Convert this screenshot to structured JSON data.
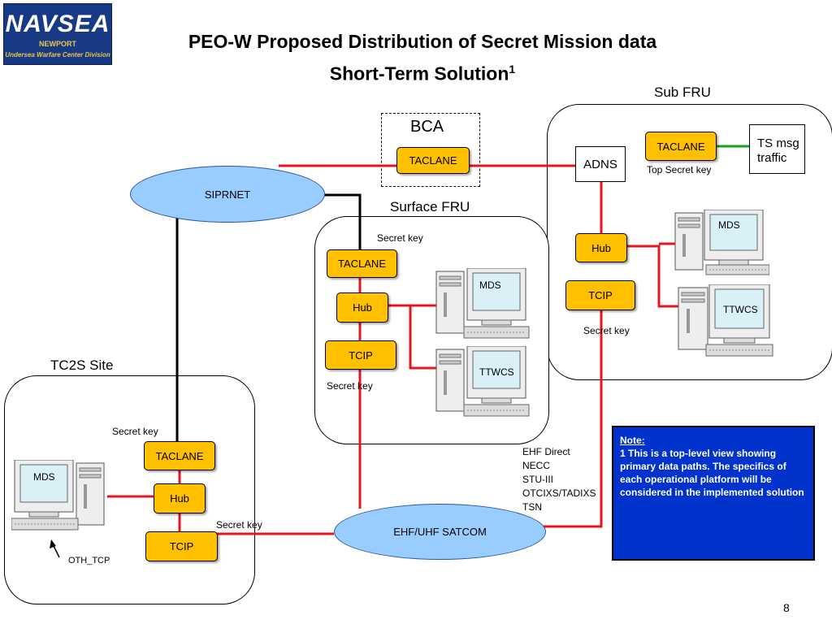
{
  "header": {
    "logo_text": "NAVSEA",
    "logo_sub": "NEWPORT",
    "logo_division": "Undersea Warfare Center Division",
    "title_line1": "PEO-W Proposed Distribution of Secret Mission data",
    "title_line2": "Short-Term Solution",
    "title_footnote": "1"
  },
  "regions": {
    "sub_fru": "Sub FRU",
    "bca": "BCA",
    "surface_fru": "Surface FRU",
    "tc2s_site": "TC2S Site"
  },
  "nodes": {
    "bca_taclane": "TACLANE",
    "siprnet": "SIPRNET",
    "adns": "ADNS",
    "sub_taclane": "TACLANE",
    "ts_msg": "TS msg traffic",
    "sub_hub": "Hub",
    "sub_tcip": "TCIP",
    "surf_taclane": "TACLANE",
    "surf_hub": "Hub",
    "surf_tcip": "TCIP",
    "tc2s_taclane": "TACLANE",
    "tc2s_hub": "Hub",
    "tc2s_tcip": "TCIP",
    "satcom": "EHF/UHF SATCOM"
  },
  "computers": {
    "sub_mds": "MDS",
    "sub_ttwcs": "TTWCS",
    "surf_mds": "MDS",
    "surf_ttwcs": "TTWCS",
    "tc2s_mds": "MDS"
  },
  "labels": {
    "top_secret_key": "Top Secret key",
    "sub_secret_key": "Secret key",
    "surf_secret_key_top": "Secret key",
    "surf_secret_key_bottom": "Secret key",
    "tc2s_secret_key": "Secret key",
    "satcom_secret_key": "Secret key",
    "oth_tcp": "OTH_TCP"
  },
  "satcom_links": [
    "EHF Direct",
    "NECC",
    "STU-III",
    "OTCIXS/TADIXS",
    "TSN"
  ],
  "note": {
    "title": "Note:",
    "text": "1 This is a top-level view showing primary data paths.  The specifics of each operational platform will be considered in the implemented solution"
  },
  "page_number": "8",
  "colors": {
    "node_fill": "#ffc000",
    "ellipse_fill": "#99ccff",
    "link_red": "#e8141c",
    "link_black": "#000000",
    "link_green": "#1aa01a",
    "note_fill": "#0033cc"
  }
}
